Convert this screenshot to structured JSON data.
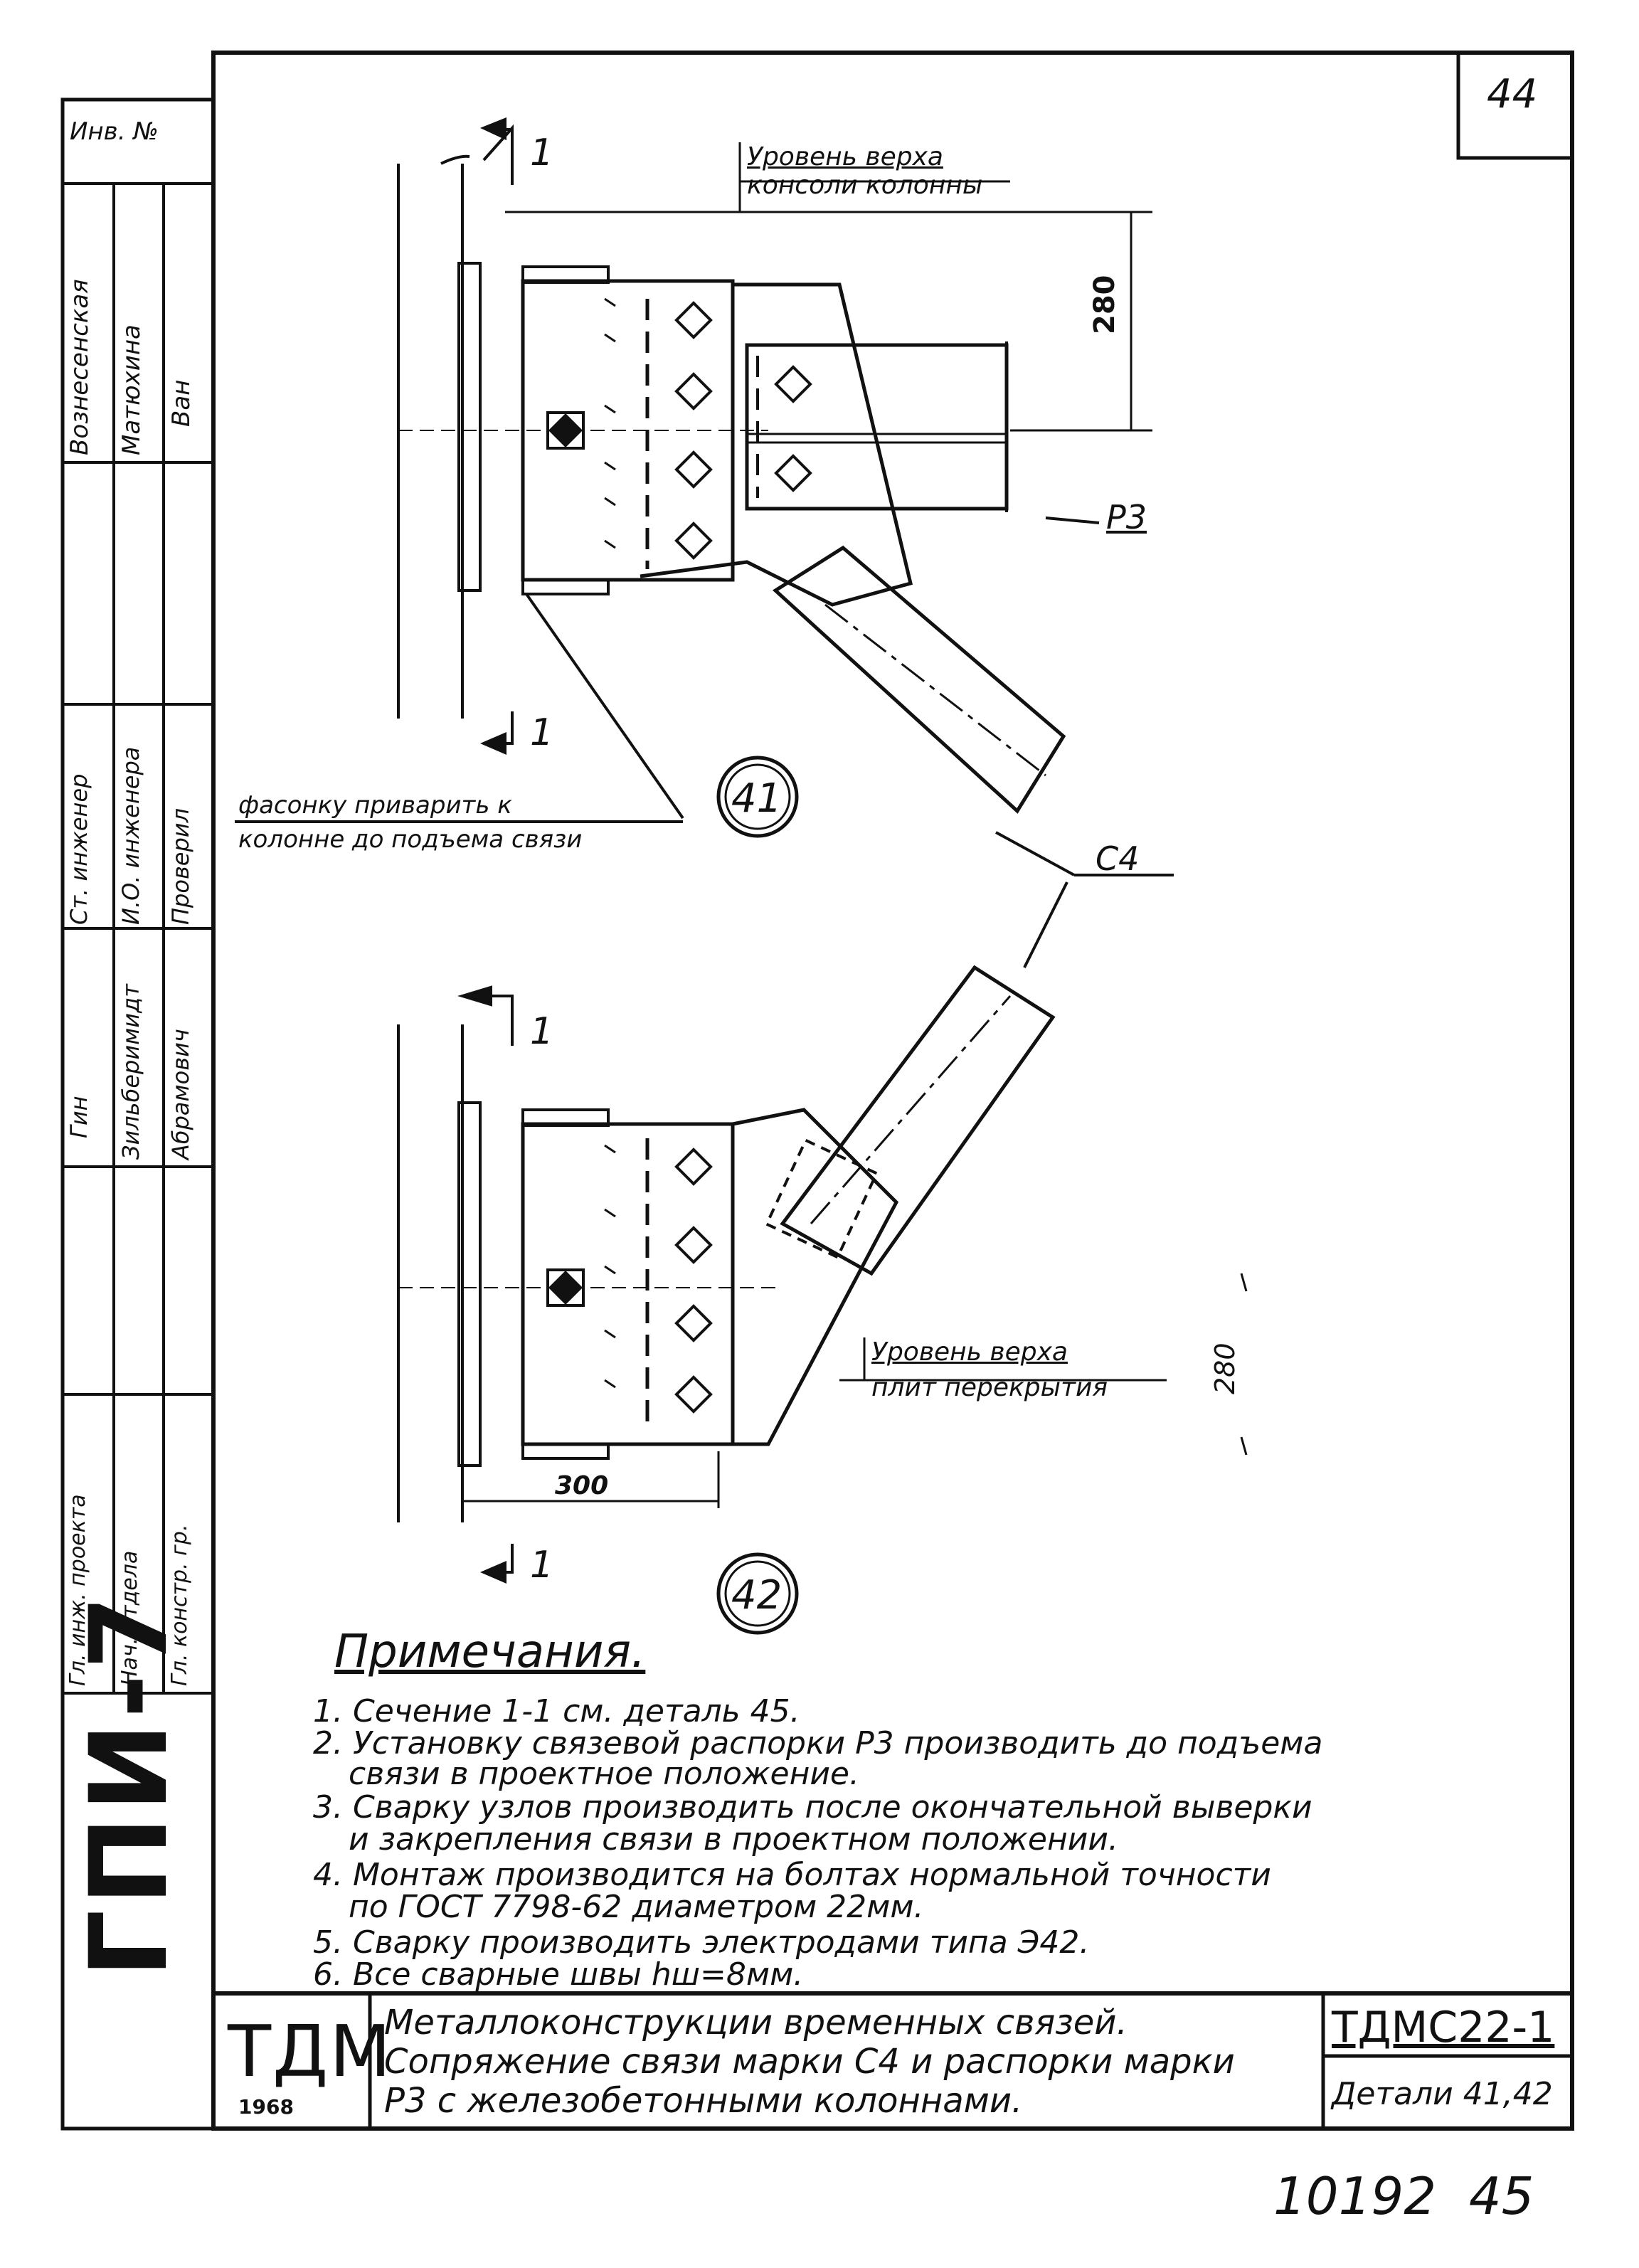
{
  "sheet_number": "44",
  "inv_label": "Инв. №",
  "stamp_names": {
    "n1": "Вознесенская",
    "n2": "Матюхина",
    "n3": "Ван",
    "r1": "Ст. инженер",
    "r2": "И.О. инженера",
    "r3": "Проверил",
    "n4": "Гин",
    "n5": "Зильберимидт",
    "n6": "Абрамович",
    "r4": "Гл. инж. проекта",
    "r5": "Нач. отдела",
    "r6": "Гл. констр. гр."
  },
  "org_code": "ГПИ-7",
  "drawing": {
    "section_mark": "1",
    "top_level_label_1": "Уровень верха",
    "top_level_label_2": "консоли колонны",
    "dim_280_top": "280",
    "mark_p3": "Р3",
    "mark_c4": "С4",
    "weld_note_1": "фасонку приварить к",
    "weld_note_2": "колонне до подъема связи",
    "detail_41": "41",
    "detail_42": "42",
    "bottom_level_label_1": "Уровень верха",
    "bottom_level_label_2": "плит перекрытия",
    "dim_280_bottom": "280",
    "dim_300": "300"
  },
  "notes": {
    "heading": "Примечания.",
    "items": [
      "1. Сечение 1-1 см. деталь 45.",
      "2. Установку связевой распорки Р3 производить до подъема",
      "связи в проектное положение.",
      "3. Сварку узлов производить после окончательной выверки",
      "и закрепления связи в проектном положении.",
      "4. Монтаж производится на болтах нормальной точности",
      "по ГОСТ 7798-62 диаметром 22мм.",
      "5. Сварку производить электродами типа Э42.",
      "6. Все сварные швы hш=8мм."
    ]
  },
  "title_block": {
    "logo": "ТДМ",
    "year": "1968",
    "title_1": "Металлоконструкции временных связей.",
    "title_2": "Сопряжение связи марки С4 и распорки марки",
    "title_3": "Р3 с железобетонными колоннами.",
    "code": "ТДМС22-1",
    "details": "Детали 41,42"
  },
  "archive_number": "10192  45"
}
